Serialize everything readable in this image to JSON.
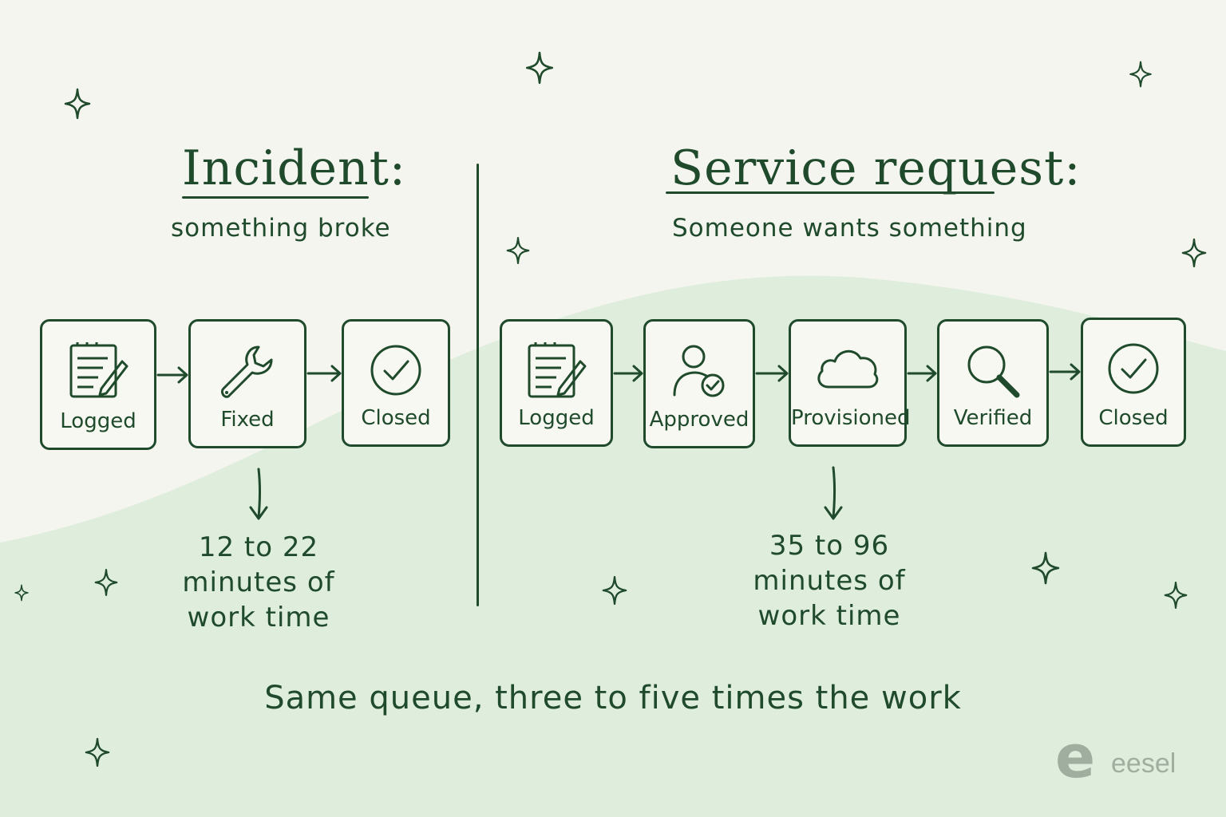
{
  "incident": {
    "title": "Incident:",
    "subtitle": "something broke",
    "steps": [
      {
        "label": "Logged",
        "icon": "notepad-pencil-icon"
      },
      {
        "label": "Fixed",
        "icon": "wrench-icon"
      },
      {
        "label": "Closed",
        "icon": "check-circle-icon"
      }
    ],
    "note": [
      "12 to 22",
      "minutes of",
      "work time"
    ]
  },
  "service": {
    "title": "Service request:",
    "subtitle": "Someone wants something",
    "steps": [
      {
        "label": "Logged",
        "icon": "notepad-pencil-icon"
      },
      {
        "label": "Approved",
        "icon": "user-check-icon"
      },
      {
        "label": "Provisioned",
        "icon": "cloud-icon"
      },
      {
        "label": "Verified",
        "icon": "magnifier-icon"
      },
      {
        "label": "Closed",
        "icon": "check-circle-icon"
      }
    ],
    "note": [
      "35 to 96",
      "minutes of",
      "work time"
    ]
  },
  "tagline": "Same queue, three to five times the work",
  "brand": {
    "mark": "e",
    "name": "eesel"
  },
  "colors": {
    "ink": "#1f4a2c",
    "background": "#f4f5ef",
    "wave": "#dfeddc",
    "logo": "#9fae9f"
  }
}
